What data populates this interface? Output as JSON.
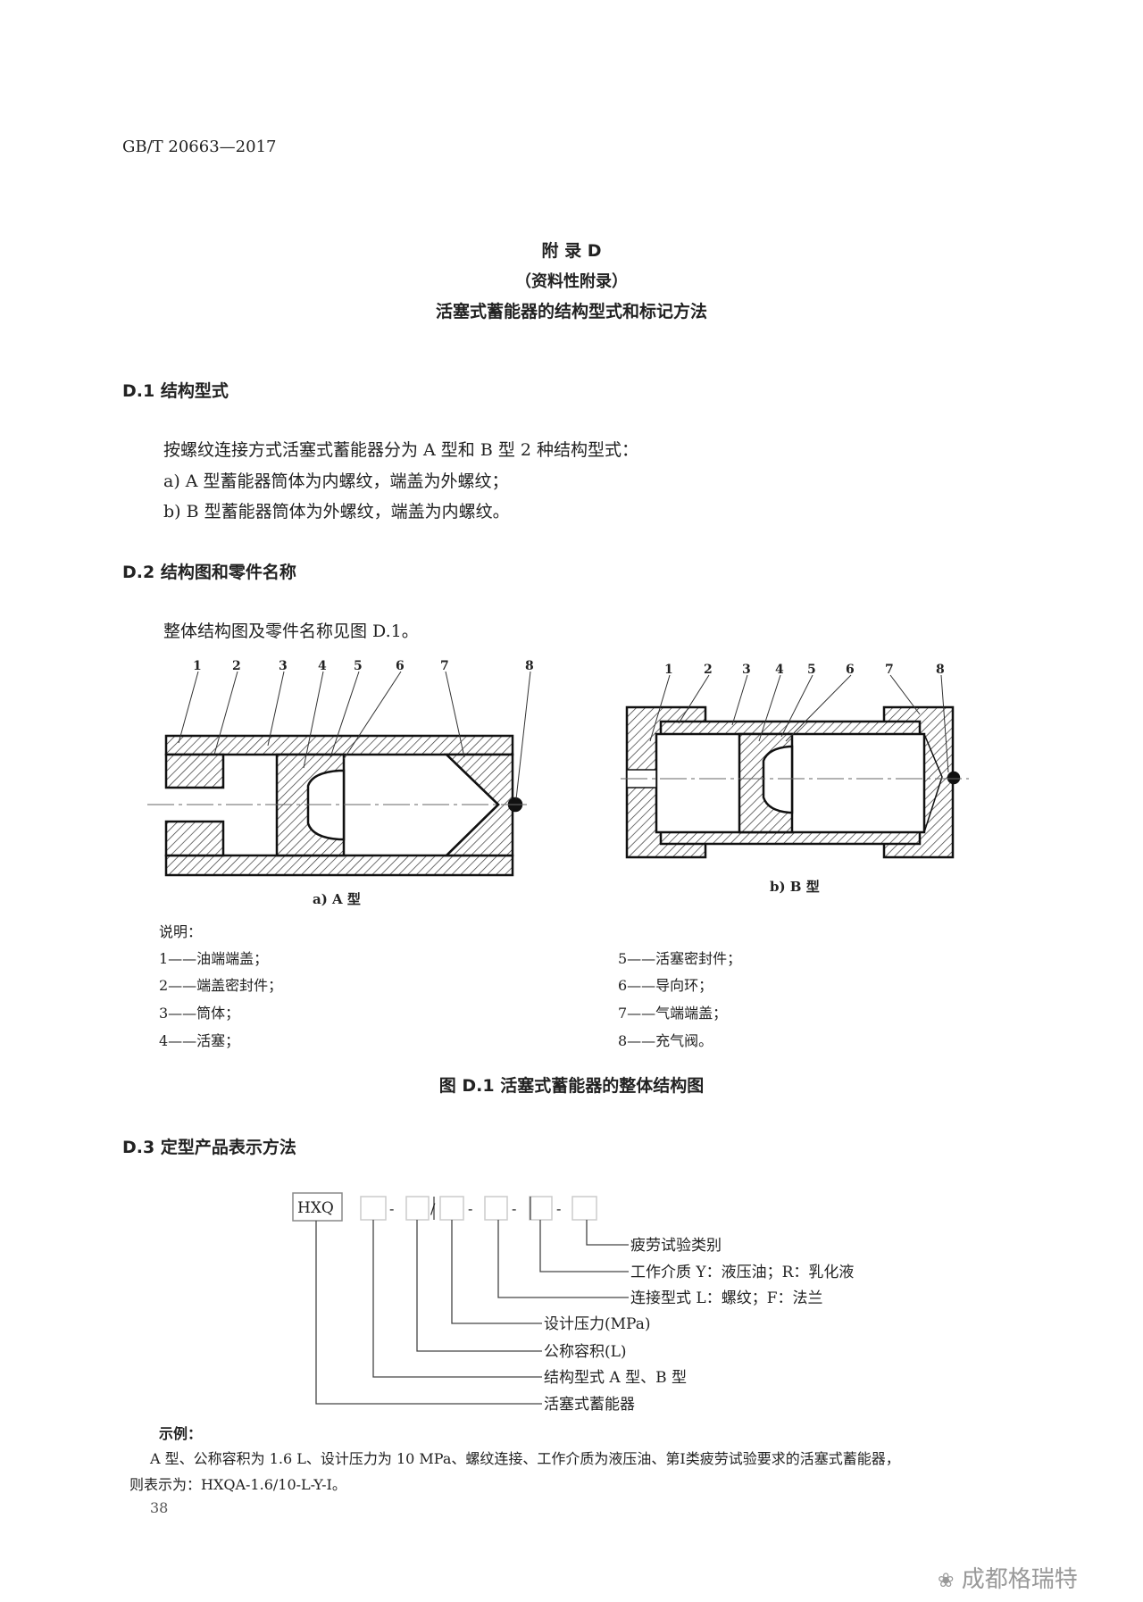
{
  "header": {
    "standard": "GB/T 20663—2017"
  },
  "appendix": {
    "label": "附 录 D",
    "type": "（资料性附录）",
    "title": "活塞式蓄能器的结构型式和标记方法"
  },
  "d1": {
    "heading": "D.1  结构型式",
    "para": "按螺纹连接方式活塞式蓄能器分为 A 型和 B 型 2 种结构型式：",
    "items": [
      "a)  A 型蓄能器筒体为内螺纹，端盖为外螺纹；",
      "b)  B 型蓄能器筒体为外螺纹，端盖为内螺纹。"
    ]
  },
  "d2": {
    "heading": "D.2  结构图和零件名称",
    "para": "整体结构图及零件名称见图 D.1。",
    "figure": {
      "part_numbers": [
        "1",
        "2",
        "3",
        "4",
        "5",
        "6",
        "7",
        "8"
      ],
      "caption_a": "a)  A 型",
      "caption_b": "b)  B 型",
      "legend_title": "说明：",
      "legend": [
        "1——油端端盖；",
        "2——端盖密封件；",
        "3——筒体；",
        "4——活塞；",
        "5——活塞密封件；",
        "6——导向环；",
        "7——气端端盖；",
        "8——充气阀。"
      ],
      "caption": "图 D.1  活塞式蓄能器的整体结构图"
    }
  },
  "d3": {
    "heading": "D.3  定型产品表示方法",
    "code_prefix": "HXQ",
    "separators": [
      "-",
      "/",
      "-",
      "-",
      "-"
    ],
    "fields": [
      "疲劳试验类别",
      "工作介质 Y：液压油；R：乳化液",
      "连接型式 L：螺纹；F：法兰",
      "设计压力(MPa)",
      "公称容积(L)",
      "结构型式 A 型、B 型",
      "活塞式蓄能器"
    ],
    "example_label": "示例：",
    "example_line1": "A 型、公称容积为 1.6 L、设计压力为 10 MPa、螺纹连接、工作介质为液压油、第Ⅰ类疲劳试验要求的活塞式蓄能器，",
    "example_line2": "则表示为：HXQA-1.6/10-L-Y-Ⅰ。"
  },
  "page_number": "38",
  "watermark": "成都格瑞特"
}
